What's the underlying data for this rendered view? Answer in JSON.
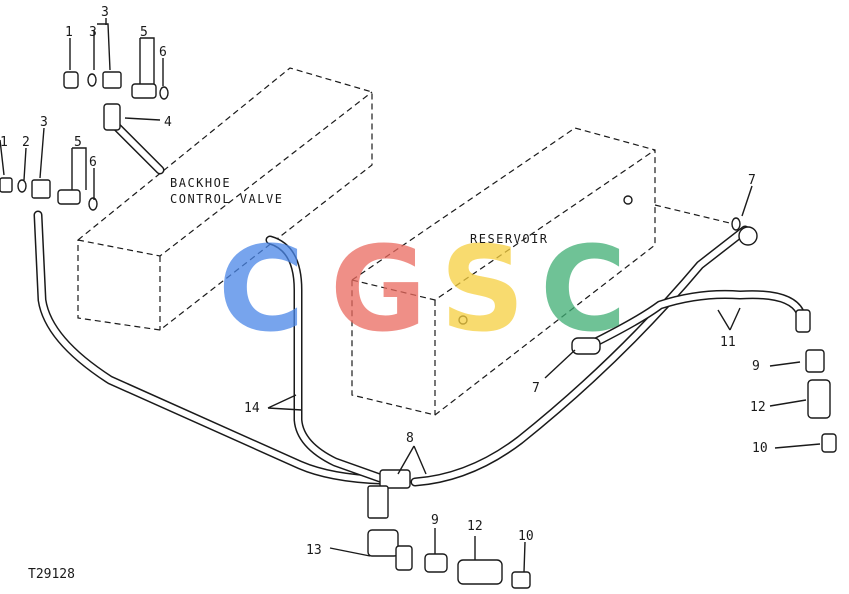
{
  "diagram": {
    "figure_code": "T29128",
    "components": {
      "control_valve": "BACKHOE\nCONTROL VALVE",
      "control_valve_line1": "BACKHOE",
      "control_valve_line2": "CONTROL VALVE",
      "reservoir": "RESERVOIR"
    },
    "callouts": {
      "n1a": "1",
      "n3a": "3",
      "n3b": "3",
      "n5a": "5",
      "n6a": "6",
      "n4": "4",
      "n1b": "1",
      "n2": "2",
      "n3c": "3",
      "n5b": "5",
      "n6b": "6",
      "n7a": "7",
      "n7b": "7",
      "n11": "11",
      "n9a": "9",
      "n12a": "12",
      "n10a": "10",
      "n14": "14",
      "n8": "8",
      "n9b": "9",
      "n12b": "12",
      "n10b": "10",
      "n13": "13"
    },
    "watermark": {
      "letters": [
        "C",
        "G",
        "S",
        "C"
      ],
      "colors": [
        "#4a86e8",
        "#ea6a5f",
        "#f6cf3f",
        "#3fae74"
      ]
    }
  }
}
